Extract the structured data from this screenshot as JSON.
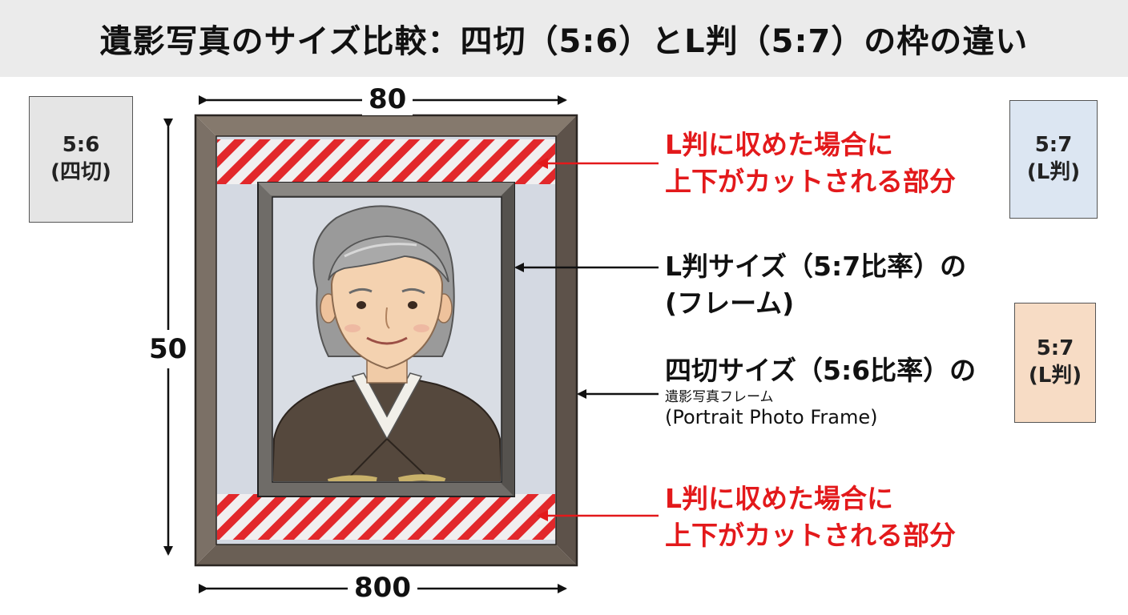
{
  "title": "遺影写真のサイズ比較：四切（5:6）とL判（5:7）の枠の違い",
  "dimensions": {
    "top_width": "80",
    "bottom_width": "800",
    "height": "50"
  },
  "tags": {
    "yotsugiri": {
      "ratio": "5:6",
      "name": "(四切)"
    },
    "l_ban_blue": {
      "ratio": "5:7",
      "name": "(L判)"
    },
    "l_ban_orange": {
      "ratio": "5:7",
      "name": "(L判)"
    }
  },
  "callouts": {
    "top_cut": {
      "line1": "L判に収めた場合に",
      "line2": "上下がカットされる部分"
    },
    "l_frame": {
      "line1": "L判サイズ（5:7比率）の",
      "line2": "(フレーム)"
    },
    "yotsugiri_frame": {
      "line1": "四切サイズ（5:6比率）の",
      "line2": "遺影写真フレーム",
      "line3": "(Portrait Photo Frame)"
    },
    "bottom_cut": {
      "line1": "L判に収めた場合に",
      "line2": "上下がカットされる部分"
    }
  },
  "colors": {
    "cut_red": "#e3191b",
    "outer_frame": "#6e6359",
    "inner_frame": "#5e5b57",
    "mat": "#d4d9e2"
  },
  "icons": [
    "double-arrow-horizontal",
    "double-arrow-vertical",
    "pointer-arrow-left",
    "elderly-woman-portrait"
  ]
}
